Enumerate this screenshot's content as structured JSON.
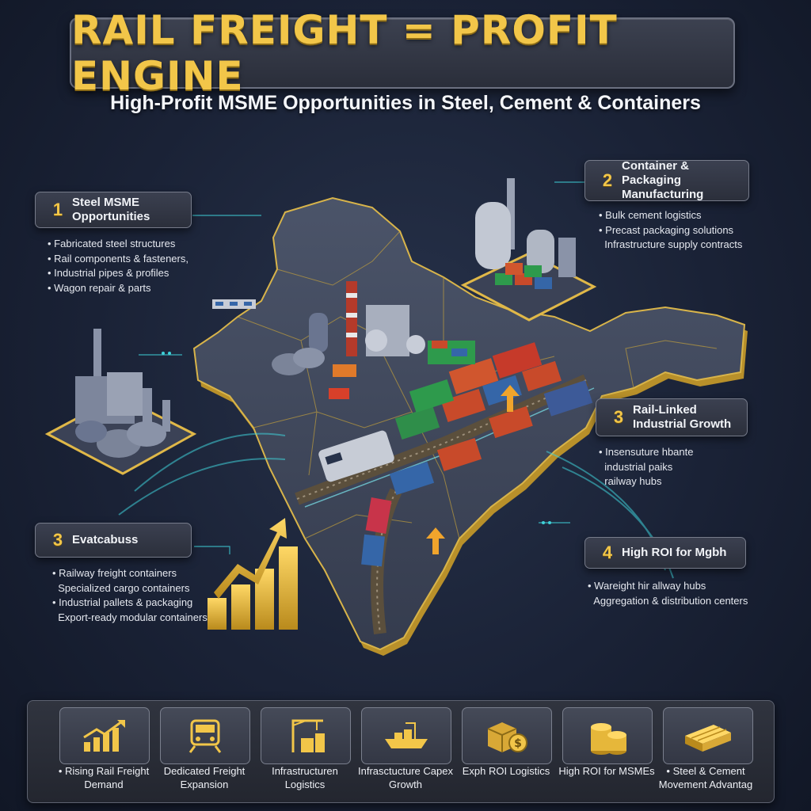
{
  "header": {
    "title": "RAIL FREIGHT = PROFIT ENGINE",
    "subtitle": "High-Profit MSME Opportunities in Steel, Cement & Containers"
  },
  "panels": [
    {
      "badge": "1",
      "title": "Steel MSME Opportunities",
      "bullets": [
        "Fabricated steel structures",
        "Rail components & fasteners,",
        "Industrial pipes & profiles",
        "Wagon repair & parts"
      ]
    },
    {
      "badge": "2",
      "title": "Container & Packaging Manufacturing",
      "bullets": [
        "Bulk cement logistics",
        "Precast packaging solutions",
        "Infrastructure supply contracts"
      ]
    },
    {
      "badge": "3",
      "title": "Rail-Linked Industrial Growth",
      "bullets": [
        "Insensuture hbante",
        "industrial paiks",
        "railway hubs"
      ]
    },
    {
      "badge": "3",
      "title": "Evatcabuss",
      "bullets": [
        "Railway freight containers",
        "Specialized cargo containers",
        "Industrial pallets & packaging",
        "Export-ready modular containers"
      ]
    },
    {
      "badge": "4",
      "title": "High ROI for Mgbh",
      "bullets": [
        "Wareight hir allway hubs",
        "Aggregation & distribution centers"
      ]
    }
  ],
  "bottom_tiles": [
    {
      "icon": "rising-chart-icon",
      "label": "Rising Rail Freight Demand"
    },
    {
      "icon": "train-icon",
      "label": "Dedicated Freight Expansion"
    },
    {
      "icon": "crane-icon",
      "label": "Infrastructuren Logistics"
    },
    {
      "icon": "cargo-ship-icon",
      "label": "Infrasctucture Capex Growth"
    },
    {
      "icon": "box-coin-icon",
      "label": "Exph ROI Logistics"
    },
    {
      "icon": "coin-stack-icon",
      "label": "High ROI for MSMEs"
    },
    {
      "icon": "steel-bars-icon",
      "label": "Steel & Cement Movement Advantag"
    }
  ],
  "colors": {
    "gold": "#f2c649",
    "background": "#1a2236",
    "map_land": "#434b60",
    "map_border": "#c9a43a",
    "accent_teal": "#3fd0d8"
  }
}
